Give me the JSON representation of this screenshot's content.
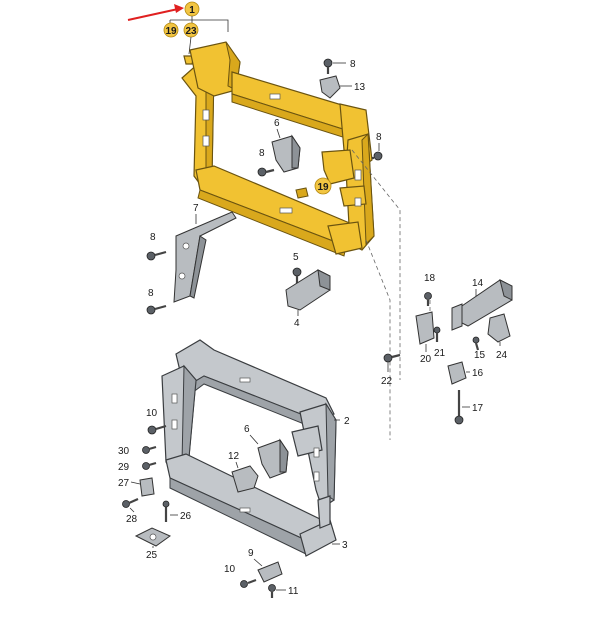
{
  "highlight_badges": {
    "main": "1",
    "sub_a": "19",
    "sub_b": "23",
    "on_frame": "19"
  },
  "part_labels": {
    "p8a": "8",
    "p13": "13",
    "p6a": "6",
    "p8b": "8",
    "p8c": "8",
    "p7": "7",
    "p8d": "8",
    "p8e": "8",
    "p5": "5",
    "p4": "4",
    "p18": "18",
    "p14": "14",
    "p21": "21",
    "p20": "20",
    "p15": "15",
    "p24": "24",
    "p22": "22",
    "p16": "16",
    "p17": "17",
    "p2": "2",
    "p10a": "10",
    "p6b": "6",
    "p30": "30",
    "p12": "12",
    "p29": "29",
    "p27": "27",
    "p28": "28",
    "p26": "26",
    "p25": "25",
    "p3": "3",
    "p9": "9",
    "p10b": "10",
    "p11": "11"
  },
  "colors": {
    "highlight": "#f1c232",
    "part": "#c4c8cc",
    "arrow": "#e02020"
  }
}
